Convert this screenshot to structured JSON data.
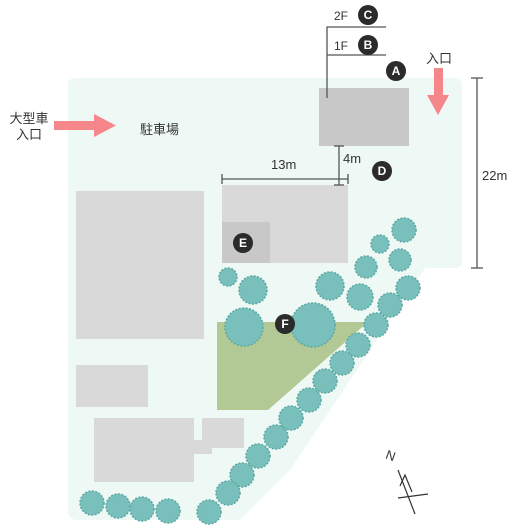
{
  "colors": {
    "site": "#eef8f4",
    "building": "#d9d9d9",
    "building_dark": "#c8c8c8",
    "lawn": "#b3c995",
    "tree": "#79bfbb",
    "tree_stroke": "#5aa8a4",
    "arrow": "#f5878a",
    "marker": "#2b2b2b",
    "line": "#555555"
  },
  "labels": {
    "large_vehicle_entrance": "大型車\n入口",
    "parking": "駐車場",
    "entrance": "入口",
    "floor_2f": "2F",
    "floor_1f": "1F",
    "dim_13m": "13m",
    "dim_4m": "4m",
    "dim_22m": "22m",
    "north": "N"
  },
  "markers": [
    "A",
    "B",
    "C",
    "D",
    "E",
    "F"
  ]
}
